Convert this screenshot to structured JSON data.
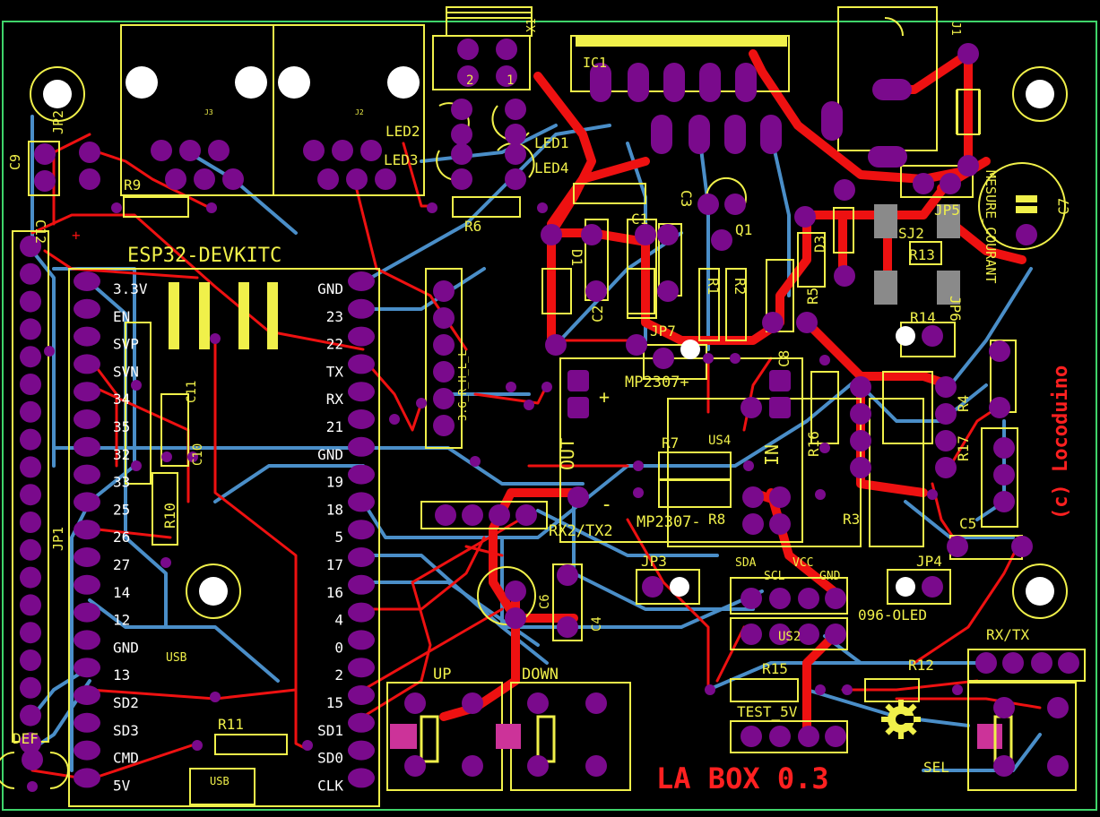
{
  "colors": {
    "background": "#000000",
    "board_outline": "#3fd46a",
    "silkscreen": "#f0f04a",
    "top_copper": "#ee1111",
    "bottom_copper": "#4a8ec8",
    "pad": "#7a0a8c",
    "hole": "#ffffff",
    "title_red": "#ff2020",
    "pad_label": "#ffffff",
    "smd_pad": "#8a8a8a"
  },
  "board": {
    "title": "LA BOX 0.3",
    "copyright": "(c) Locoduino"
  },
  "esp32": {
    "name": "ESP32-DEVKITC",
    "usb_label": "USB",
    "left_pins": [
      "3.3V",
      "EN",
      "SVP",
      "SVN",
      "34",
      "35",
      "32",
      "33",
      "25",
      "26",
      "27",
      "14",
      "12",
      "GND",
      "13",
      "SD2",
      "SD3",
      "CMD",
      "5V"
    ],
    "right_pins": [
      "GND",
      "23",
      "22",
      "TX",
      "RX",
      "21",
      "GND",
      "19",
      "18",
      "5",
      "17",
      "16",
      "4",
      "0",
      "2",
      "15",
      "SD1",
      "SD0",
      "CLK"
    ]
  },
  "connectors": {
    "j3": "J3",
    "j2": "J2",
    "x1": "X1",
    "x1_pin1": "1",
    "x1_pin2": "2",
    "j1": "J1",
    "ic1": "IC1",
    "jp1": "JP1",
    "jp2": "JP2",
    "jp3": "JP3",
    "jp4": "JP4",
    "jp5": "JP5",
    "jp6": "JP6",
    "jp7": "JP7",
    "sj2": "SJ2",
    "usb_small": "USB",
    "rx_tx": "RX/TX",
    "sel": "SEL",
    "def": "DEF",
    "test_5v": "TEST_5V",
    "rx2tx2": "RX2/TX2",
    "oled": "096-OLED",
    "us2": "US2",
    "us4": "US4",
    "hall_label": "3.G_R_H_L_L",
    "mesure_courant": "MESURE_COURANT",
    "oled_pins": [
      "SDA",
      "SCL",
      "VCC",
      "GND"
    ]
  },
  "buttons": {
    "up": "UP",
    "down": "DOWN"
  },
  "leds": [
    "LED1",
    "LED2",
    "LED3",
    "LED4"
  ],
  "resistors": [
    "R1",
    "R2",
    "R3",
    "R4",
    "R5",
    "R6",
    "R7",
    "R8",
    "R9",
    "R10",
    "R11",
    "R12",
    "R13",
    "R14",
    "R15",
    "R16",
    "R17"
  ],
  "capacitors": [
    "C1",
    "C2",
    "C3",
    "C4",
    "C5",
    "C6",
    "C7",
    "C8",
    "C9",
    "C10",
    "C11",
    "C12"
  ],
  "diodes": [
    "D1",
    "D3"
  ],
  "transistors": [
    "Q1"
  ],
  "regulator": {
    "in_label": "IN",
    "out_label": "OUT",
    "top_name": "MP2307+",
    "bottom_name": "MP2307-",
    "plus": "+",
    "minus": "-"
  },
  "misc": {
    "plus_sign": "+"
  }
}
